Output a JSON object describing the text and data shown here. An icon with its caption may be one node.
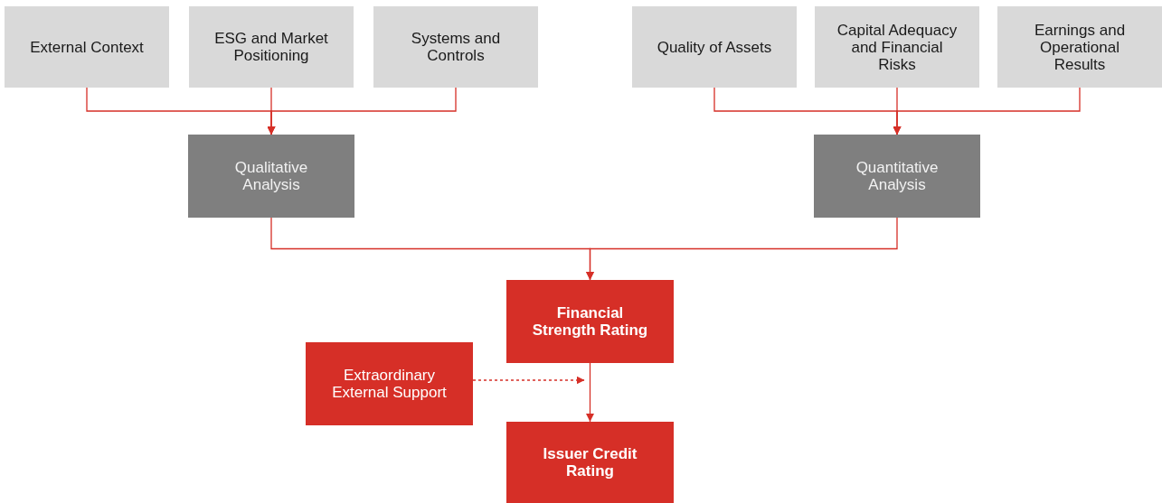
{
  "diagram": {
    "nodes": [
      {
        "text": [
          "External Context"
        ]
      },
      {
        "text": [
          "ESG and Market Positioning"
        ]
      },
      {
        "text": [
          "Systems and Controls"
        ]
      },
      {
        "text": [
          "Quality of Assets"
        ]
      },
      {
        "text": [
          "Capital Adequacy and Financial Risks"
        ]
      },
      {
        "text": [
          "Earnings and Operational Results"
        ]
      },
      {
        "text": [
          "Qualitative Analysis"
        ]
      },
      {
        "text": [
          "Quantitative Analysis"
        ]
      },
      {
        "text": [
          "Financial Strength Rating"
        ]
      },
      {
        "text": [
          "Extraordinary External Support"
        ]
      },
      {
        "text": [
          "Issuer Credit Rating"
        ]
      }
    ],
    "edges": [
      {
        "from": 0,
        "to": 6,
        "arrow": "to"
      },
      {
        "from": 1,
        "to": 6,
        "arrow": "to"
      },
      {
        "from": 2,
        "to": 6,
        "arrow": "to"
      },
      {
        "from": 3,
        "to": 7,
        "arrow": "to"
      },
      {
        "from": 4,
        "to": 7,
        "arrow": "to"
      },
      {
        "from": 5,
        "to": 7,
        "arrow": "to"
      },
      {
        "from": 6,
        "to": 8,
        "arrow": "to"
      },
      {
        "from": 7,
        "to": 8,
        "arrow": "to"
      },
      {
        "from": 8,
        "to": 10,
        "arrow": "to"
      },
      {
        "from": 9,
        "to": 8,
        "arrow": "to",
        "style": "dashed"
      }
    ]
  }
}
